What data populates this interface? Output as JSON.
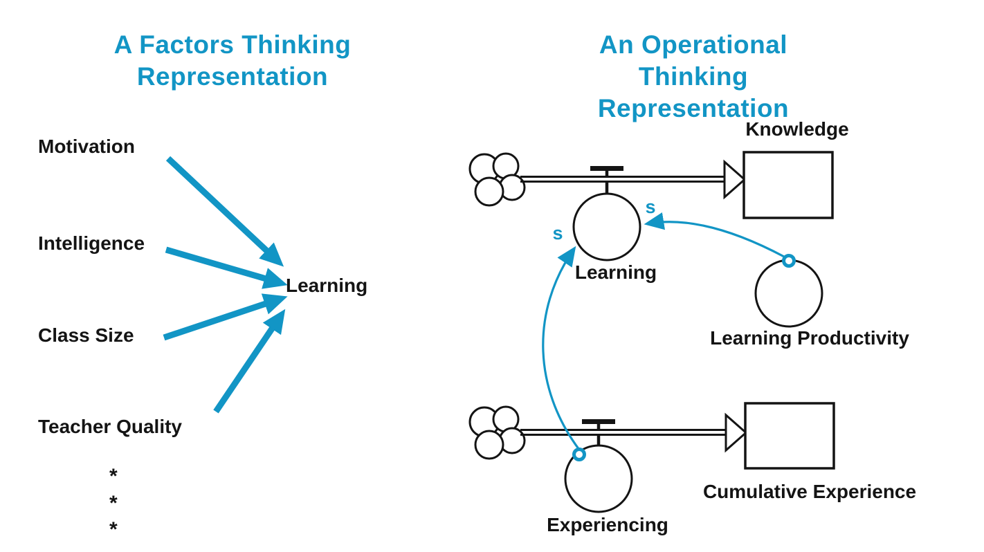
{
  "colors": {
    "accent": "#1295c5",
    "ink": "#141414",
    "background": "#ffffff"
  },
  "left": {
    "title": "A Factors Thinking\nRepresentation",
    "factors": [
      "Motivation",
      "Intelligence",
      "Class Size",
      "Teacher Quality"
    ],
    "target_label": "Learning",
    "more_indicator": [
      "*",
      "*",
      "*"
    ]
  },
  "right": {
    "title": "An Operational\nThinking Representation",
    "top_flow": {
      "stock_label": "Knowledge",
      "flow_label": "Learning"
    },
    "converter_label": "Learning Productivity",
    "bottom_flow": {
      "stock_label": "Cumulative Experience",
      "flow_label": "Experiencing"
    },
    "links": [
      {
        "from": "Learning Productivity",
        "to": "Learning",
        "polarity": "s"
      },
      {
        "from": "Experiencing",
        "to": "Learning",
        "polarity": "s"
      }
    ]
  }
}
